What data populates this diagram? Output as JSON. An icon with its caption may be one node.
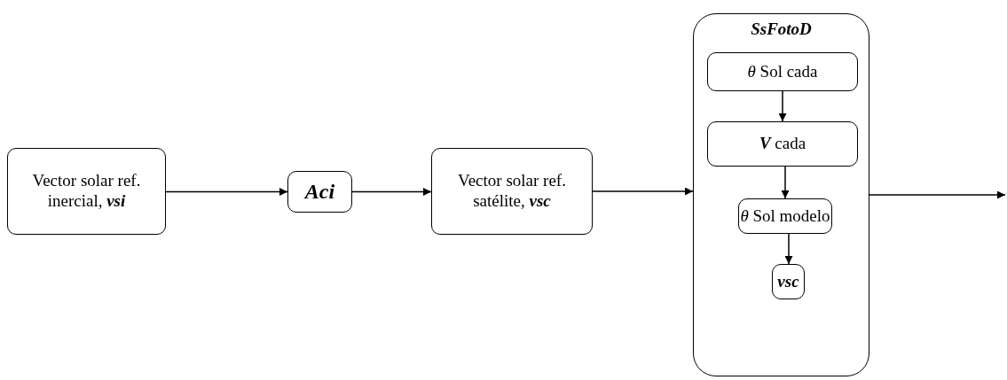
{
  "diagram": {
    "nodes": [
      {
        "text": [
          "Vector solar ref. inercial, **vsi**"
        ]
      },
      {
        "text": [
          "Aci"
        ]
      },
      {
        "text": [
          "Vector solar ref. satélite, **vsc**"
        ]
      },
      {
        "text": [
          "SsFotoD"
        ]
      },
      {
        "text": [
          "*θ* Sol cada"
        ],
        "in": 3
      },
      {
        "text": [
          "**V** cada"
        ],
        "in": 3
      },
      {
        "text": [
          "*θ* Sol modelo"
        ],
        "in": 3
      },
      {
        "text": [
          "vsc"
        ],
        "in": 3
      }
    ],
    "edges": [
      {
        "from": 0,
        "to": 1,
        "arrow": "to"
      },
      {
        "from": 1,
        "to": 2,
        "arrow": "to"
      },
      {
        "from": 2,
        "to": 3,
        "arrow": "to"
      },
      {
        "from": 3,
        "to": null,
        "arrow": "to"
      },
      {
        "from": 4,
        "to": 5,
        "arrow": "to"
      },
      {
        "from": 5,
        "to": 6,
        "arrow": "to"
      },
      {
        "from": 6,
        "to": 7,
        "arrow": "to"
      }
    ]
  }
}
